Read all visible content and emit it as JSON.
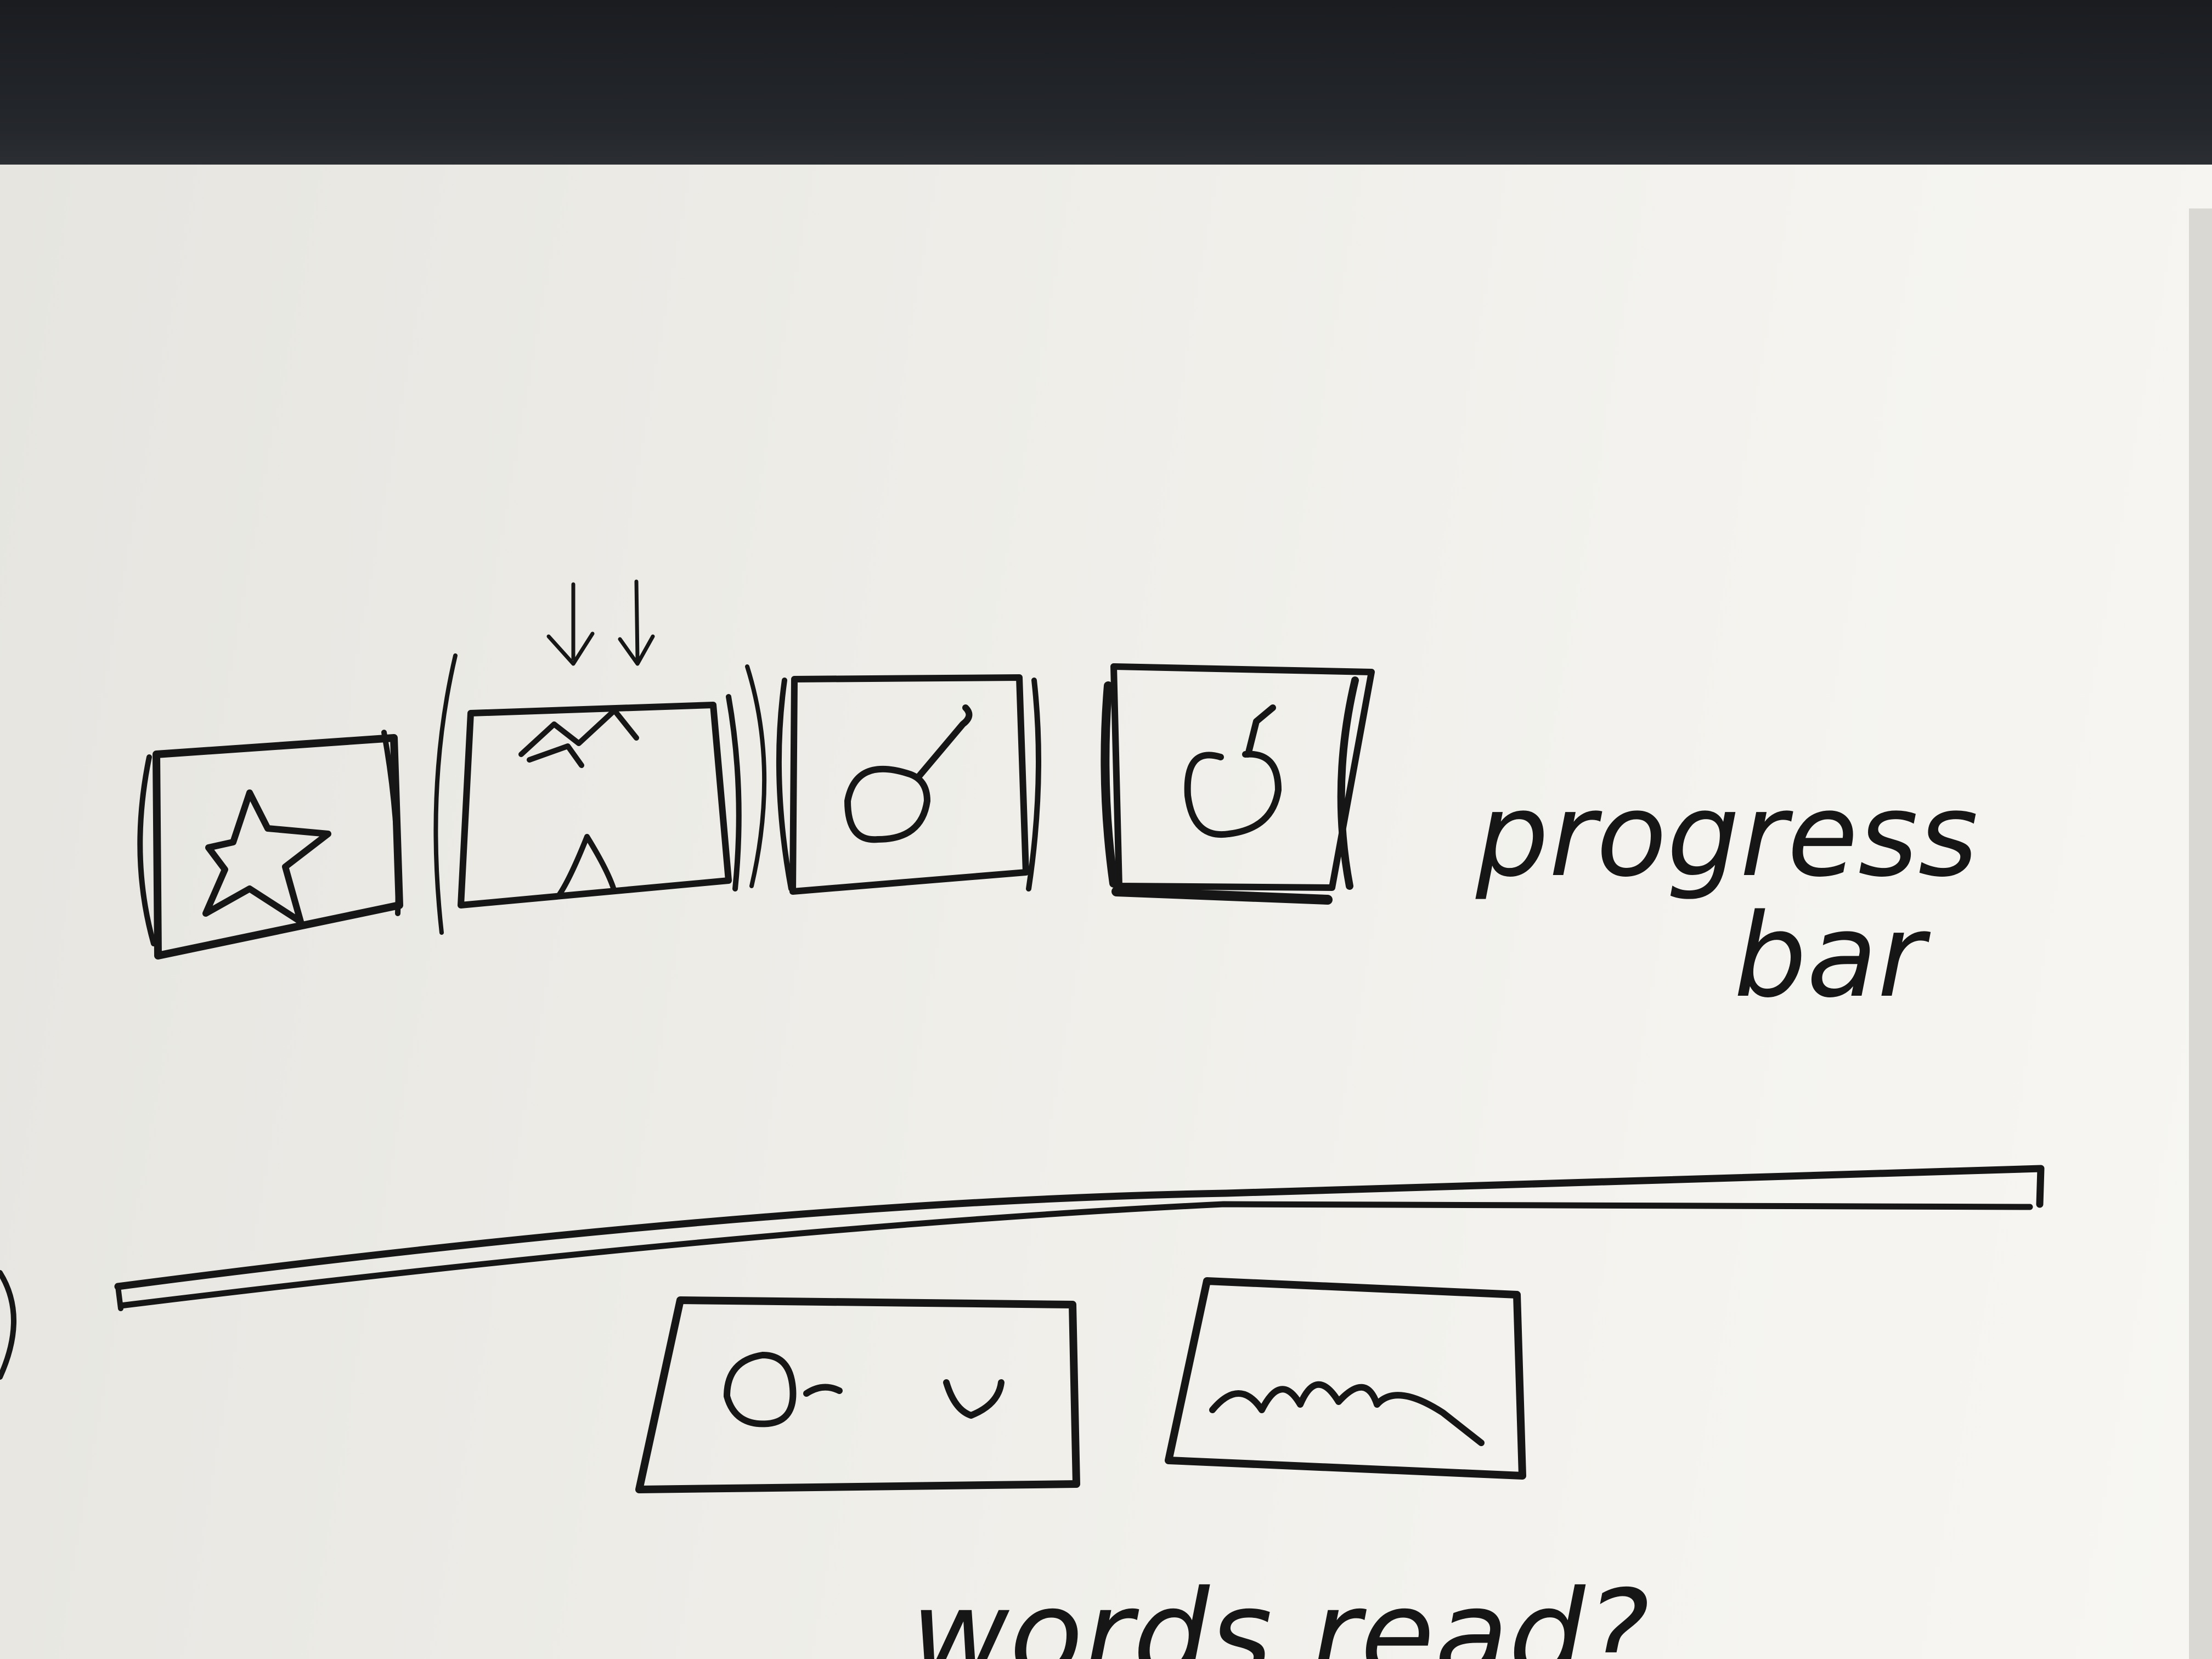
{
  "sketch": {
    "annotation_line1": "progress",
    "annotation_line2": "bar",
    "bottom_note": "words read?",
    "ink_color": "#161616",
    "paper_color": "#eeede8",
    "icons": [
      "star-icon",
      "partial-star-icon",
      "apple-icon",
      "apple-icon"
    ],
    "buttons": [
      {
        "icon": "handwriting-scribble-on"
      },
      {
        "icon": "handwriting-scribble-m"
      }
    ]
  }
}
